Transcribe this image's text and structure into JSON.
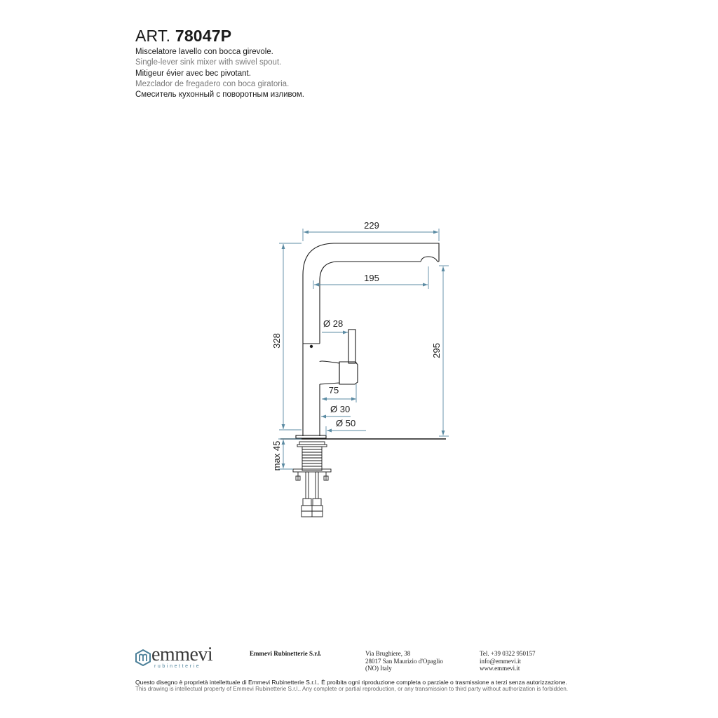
{
  "header": {
    "art_prefix": "ART.",
    "art_number": "78047P",
    "descriptions": [
      "Miscelatore lavello con bocca girevole.",
      "Single-lever sink mixer with swivel spout.",
      "Mitigeur évier avec bec pivotant.",
      "Mezclador de fregadero con boca giratoria.",
      "Смеситель кухонный с поворотным изливом."
    ]
  },
  "dimensions": {
    "total_width": "229",
    "spout_reach": "195",
    "total_height": "328",
    "spout_height": "295",
    "lever_diameter": "Ø 28",
    "lever_reach": "75",
    "body_diameter": "Ø 30",
    "base_diameter": "Ø 50",
    "max_counter_thickness": "max 45"
  },
  "colors": {
    "dimension_line": "#5b8ba3",
    "outline": "#1a1a1a",
    "brand": "#4a7f98"
  },
  "footer": {
    "logo_word": "emmevi",
    "logo_sub": "rubinetterie",
    "company": "Emmevi Rubinetterie S.r.l.",
    "address": [
      "Via Brughiere, 38",
      "28017 San Maurizio d'Opaglio",
      "(NO) Italy"
    ],
    "contact": [
      "Tel. +39 0322 950157",
      "info@emmevi.it",
      "www.emmevi.it"
    ],
    "legal_it": "Questo disegno è proprietà intellettuale di Emmevi Rubinetterie S.r.l.. È proibita ogni riproduzione completa o parziale o trasmissione a terzi senza autorizzazione.",
    "legal_en": "This drawing is intellectual property of Emmevi Rubinetterie S.r.l.. Any complete or partial reproduction, or any transmission to third party without authorization is forbidden."
  }
}
